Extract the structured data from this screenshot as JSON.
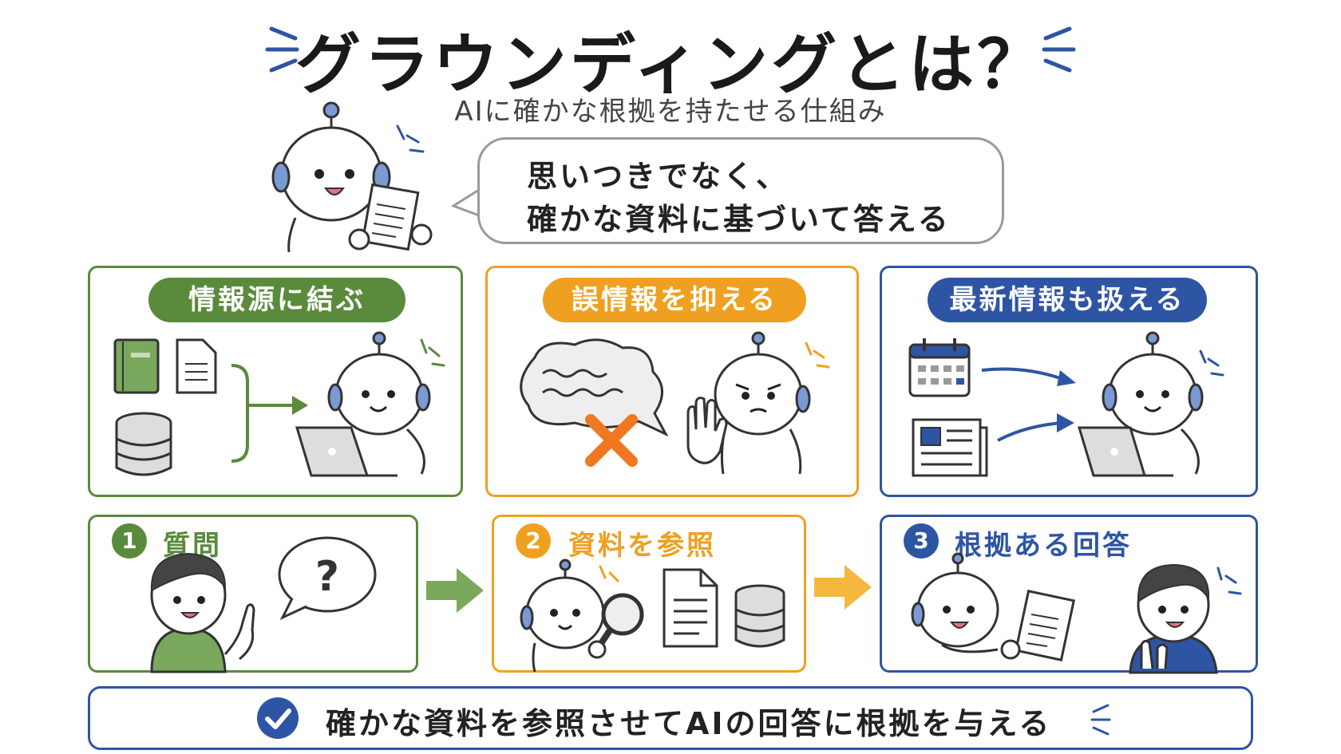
{
  "title": "グラウンディングとは？",
  "subtitle": "AIに確かな根拠を持たせる仕組み",
  "speech_bubble": {
    "line1": "思いつきでなく、",
    "line2": "確かな資料に基づいて答える"
  },
  "benefits": [
    {
      "label": "情報源に結ぶ",
      "color": "#5a8a3c"
    },
    {
      "label": "誤情報を抑える",
      "color": "#f0a020"
    },
    {
      "label": "最新情報も扱える",
      "color": "#2e55a4"
    }
  ],
  "steps": [
    {
      "number": "1",
      "label": "質問",
      "color": "#5a8a3c"
    },
    {
      "number": "2",
      "label": "資料を参照",
      "color": "#f0a020"
    },
    {
      "number": "3",
      "label": "根拠ある回答",
      "color": "#2e55a4"
    }
  ],
  "question_mark": "?",
  "summary": "確かな資料を参照させてAIの回答に根拠を与える",
  "colors": {
    "green": "#5a8a3c",
    "orange": "#f0a020",
    "blue": "#2e55a4",
    "red_cross": "#f07820",
    "gray": "#9a9a9a"
  }
}
